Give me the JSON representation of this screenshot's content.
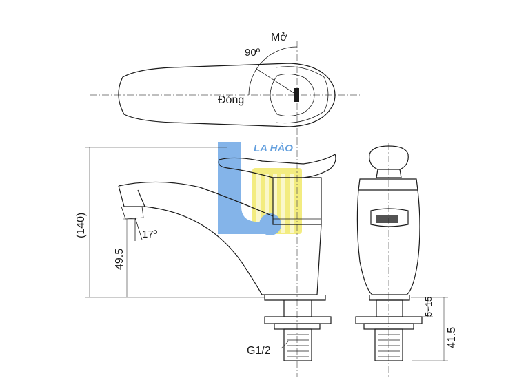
{
  "labels": {
    "open": "Mở",
    "angle_90": "90º",
    "closed": "Đóng",
    "spout_angle": "17º",
    "height_total": "(140)",
    "height_outlet": "49.5",
    "thread": "G1/2",
    "range": "5~15",
    "shank": "41.5"
  },
  "watermark": {
    "text": "LA HÀO",
    "blue": "#6fa8e6",
    "yellow": "#f2e96a",
    "text_color": "#4a90d9"
  },
  "colors": {
    "line": "#1a1a1a",
    "background": "#ffffff"
  }
}
